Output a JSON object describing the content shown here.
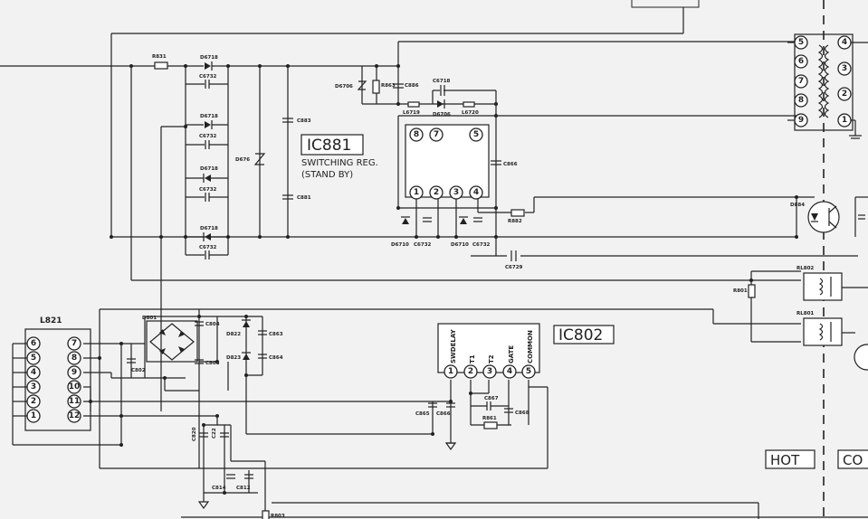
{
  "ic881": {
    "name": "IC881",
    "desc1": "SWITCHING REG.",
    "desc2": "(STAND BY)",
    "pins": [
      "8",
      "7",
      "5",
      "1",
      "2",
      "3",
      "4"
    ]
  },
  "ic802": {
    "name": "IC802",
    "pin_labels": [
      "SWDELAY",
      "T1",
      "T2",
      "GATE",
      "COMMON"
    ],
    "pins": [
      "1",
      "2",
      "3",
      "4",
      "5"
    ]
  },
  "l821": {
    "name": "L821",
    "left_pins": [
      "6",
      "5",
      "4",
      "3",
      "2",
      "1"
    ],
    "right_pins": [
      "7",
      "8",
      "9",
      "10",
      "11",
      "12"
    ]
  },
  "transformer": {
    "left_pins": [
      "5",
      "6",
      "7",
      "8",
      "9"
    ],
    "right_pins": [
      "4",
      "3",
      "2",
      "1"
    ]
  },
  "zones": {
    "hot": "HOT",
    "cold": "CO"
  },
  "parts": {
    "r831": "R831",
    "d6718a": "D6718",
    "c6732a": "C6732",
    "d6718b": "D6718",
    "c6732b": "C6732",
    "d6718c": "D6718",
    "c6732c": "C6732",
    "d6718d": "D6718",
    "c6732d": "C6732",
    "d676": "D676",
    "c883": "C883",
    "c881": "C881",
    "d6706a": "D6706",
    "r863": "R863",
    "c886": "C886",
    "c6718": "C6718",
    "d6706b": "D6706",
    "l6719": "L6719",
    "l6720": "L6720",
    "c866": "C866",
    "d6710a": "D6710",
    "c6732e": "C6732",
    "d6710b": "D6710",
    "c6732f": "C6732",
    "r882": "R882",
    "c6729": "C6729",
    "d884": "D884",
    "rl802": "RL802",
    "rl801": "RL801",
    "r801": "R801",
    "d801": "D801",
    "c804": "C804",
    "c802": "C802",
    "c803": "C803",
    "d822": "D822",
    "c863": "C863",
    "d823": "D823",
    "c864": "C864",
    "c867": "C867",
    "r861": "R861",
    "c868": "C868",
    "c865": "C865",
    "c866b": "C866",
    "c820": "C820",
    "c22": "C22",
    "c814": "C814",
    "c812": "C812",
    "r803": "R803"
  }
}
